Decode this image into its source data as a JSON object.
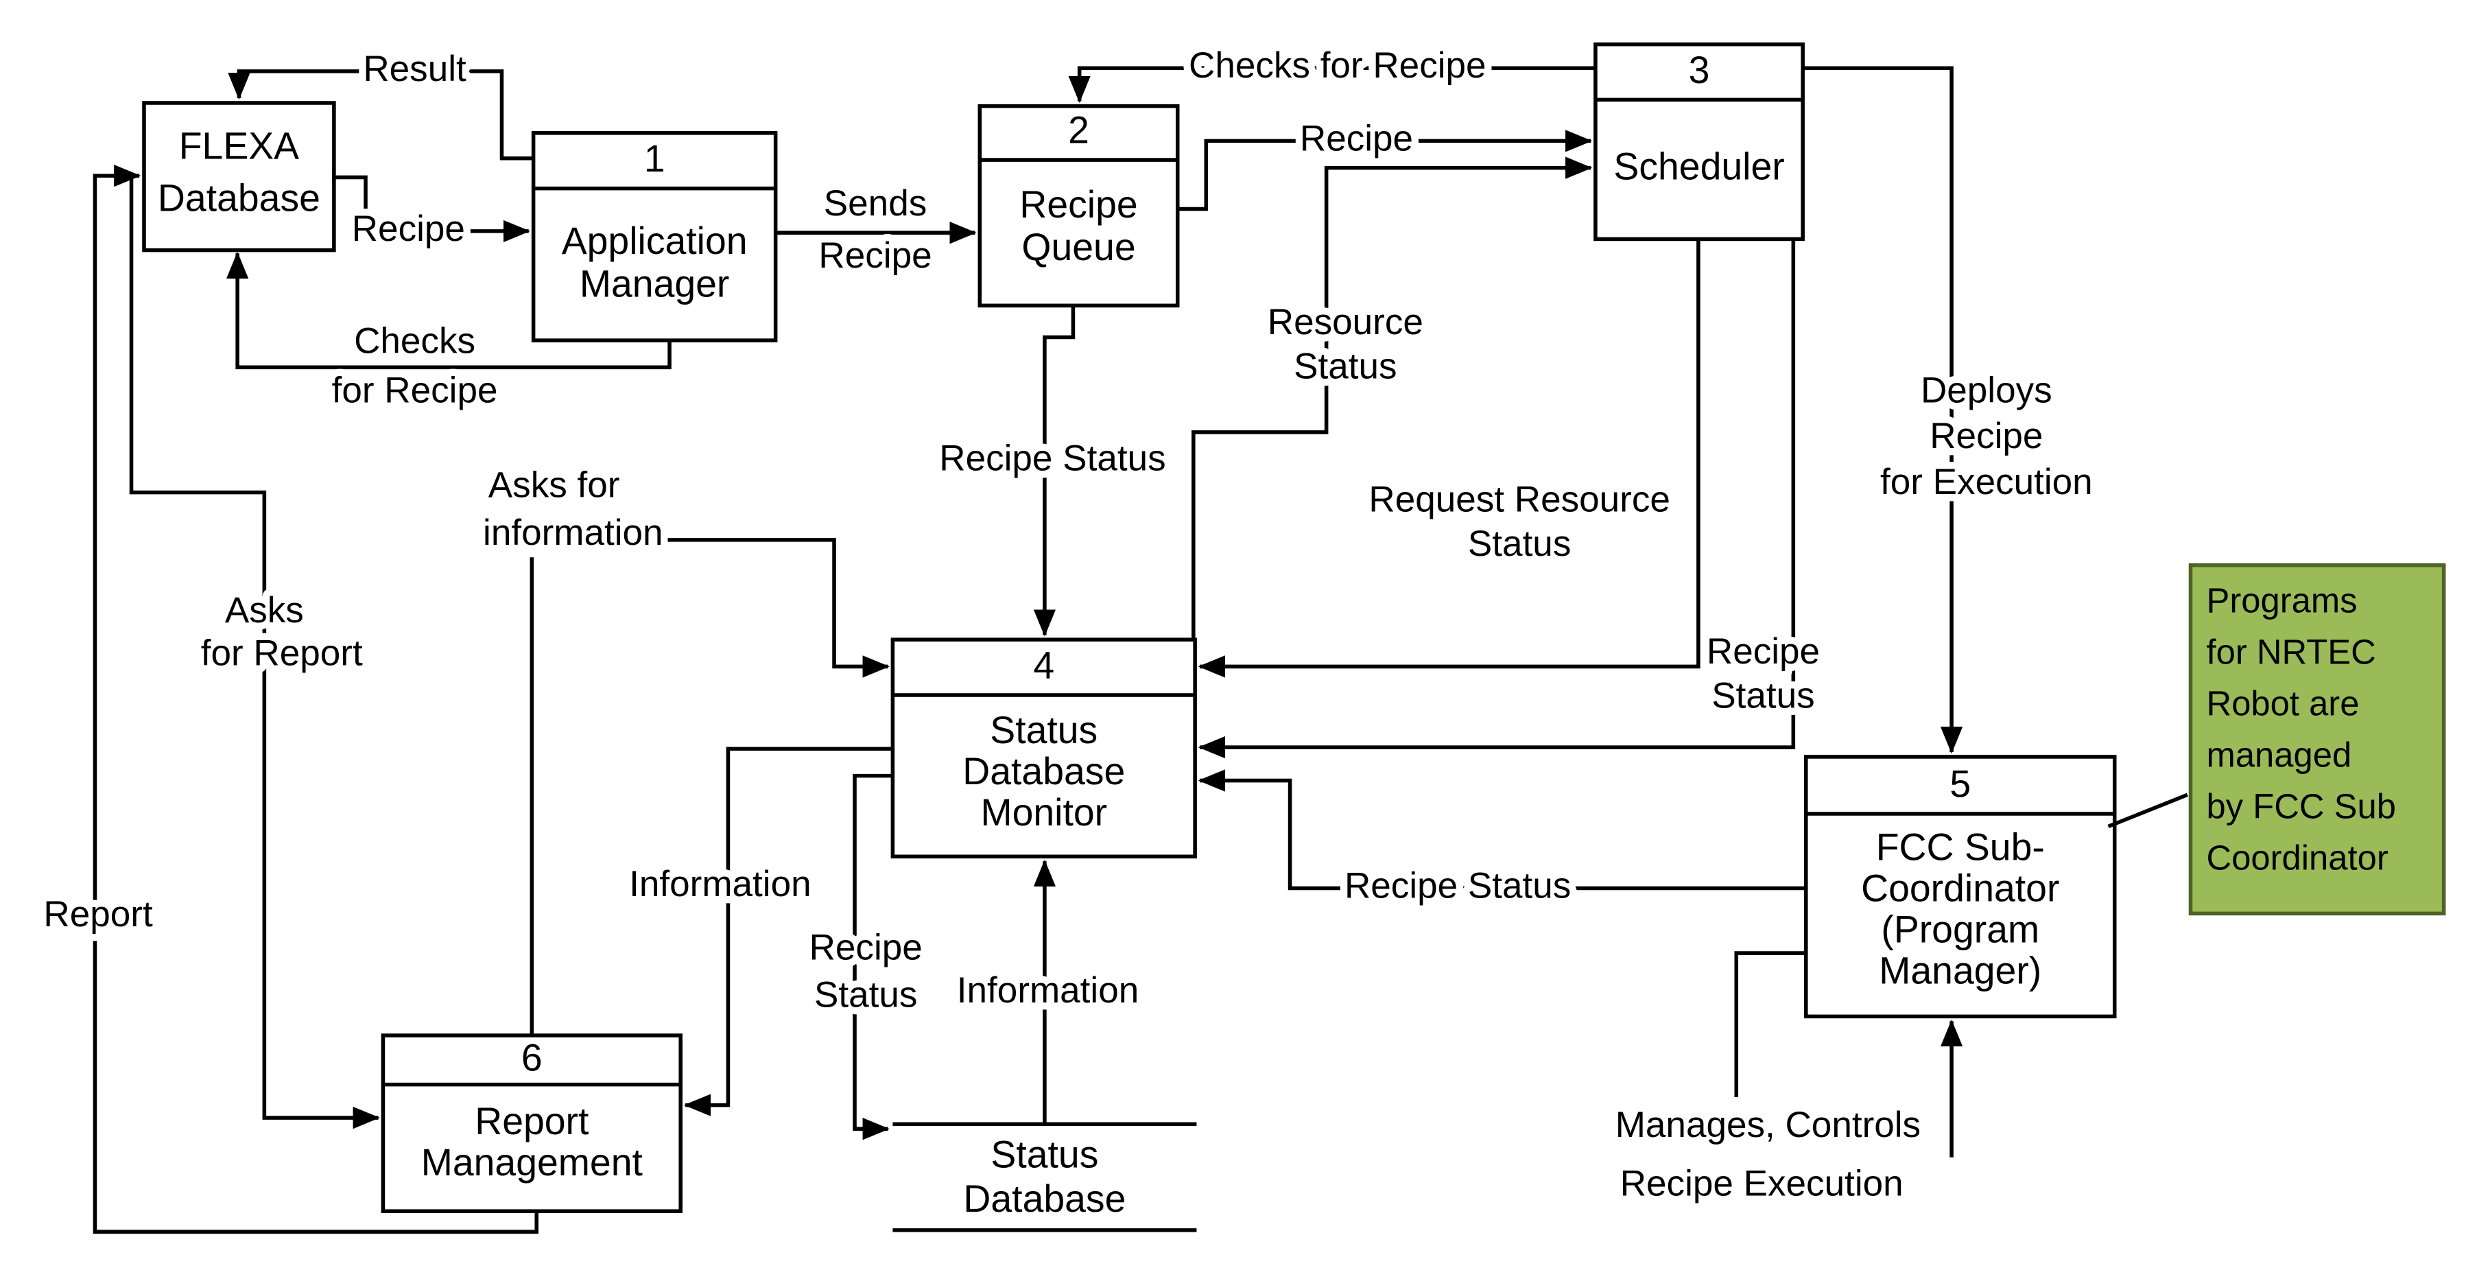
{
  "diagram": {
    "kind": "data-flow-diagram",
    "background": "#ffffff",
    "line_color": "#000000",
    "text_color": "#000000"
  },
  "externals": [
    {
      "id": "flexa",
      "label": [
        "FLEXA",
        "Database"
      ]
    }
  ],
  "processes": [
    {
      "id": "p1",
      "number": "1",
      "label": [
        "Application",
        "Manager"
      ]
    },
    {
      "id": "p2",
      "number": "2",
      "label": [
        "Recipe",
        "Queue"
      ]
    },
    {
      "id": "p3",
      "number": "3",
      "label": [
        "Scheduler"
      ]
    },
    {
      "id": "p4",
      "number": "4",
      "label": [
        "Status",
        "Database",
        "Monitor"
      ]
    },
    {
      "id": "p5",
      "number": "5",
      "label": [
        "FCC Sub-",
        "Coordinator",
        "(Program",
        "Manager)"
      ]
    },
    {
      "id": "p6",
      "number": "6",
      "label": [
        "Report",
        "Management"
      ]
    }
  ],
  "stores": [
    {
      "id": "statusdb",
      "label": [
        "Status",
        "Database"
      ]
    }
  ],
  "annotation": {
    "id": "note",
    "lines": [
      "Programs",
      "for NRTEC",
      "Robot are",
      "managed",
      "by FCC Sub",
      "Coordinator"
    ],
    "fill": "#9bbb59",
    "border": "#4f6228",
    "text_color": "#000000"
  },
  "flows": [
    {
      "id": "result",
      "label": [
        "Result"
      ]
    },
    {
      "id": "recipe_flexa_am",
      "label": [
        "Recipe"
      ]
    },
    {
      "id": "checks_am_flexa",
      "label": [
        "Checks",
        "for Recipe"
      ]
    },
    {
      "id": "sends_recipe",
      "label": [
        "Sends",
        "Recipe"
      ]
    },
    {
      "id": "checks_sched_queue",
      "label": [
        "Checks for Recipe"
      ]
    },
    {
      "id": "recipe_queue_sched",
      "label": [
        "Recipe"
      ]
    },
    {
      "id": "resource_status",
      "label": [
        "Resource",
        "Status"
      ]
    },
    {
      "id": "request_resource_status",
      "label": [
        "Request Resource",
        "Status"
      ]
    },
    {
      "id": "recipe_status_sched_mon",
      "label": [
        "Recipe",
        "Status"
      ]
    },
    {
      "id": "deploys",
      "label": [
        "Deploys",
        "Recipe",
        "for Execution"
      ]
    },
    {
      "id": "recipe_status_fcc_mon",
      "label": [
        "Recipe Status"
      ]
    },
    {
      "id": "asks_info",
      "label": [
        "Asks for",
        "information"
      ]
    },
    {
      "id": "information_mon_report",
      "label": [
        "Information"
      ]
    },
    {
      "id": "recipe_status_mon_store",
      "label": [
        "Recipe",
        "Status"
      ]
    },
    {
      "id": "information_store_mon",
      "label": [
        "Information"
      ]
    },
    {
      "id": "asks_report",
      "label": [
        "Asks",
        "for Report"
      ]
    },
    {
      "id": "report",
      "label": [
        "Report"
      ]
    },
    {
      "id": "recipe_status_queue_mon",
      "label": [
        "Recipe Status"
      ]
    },
    {
      "id": "manages",
      "label": [
        "Manages, Controls",
        "Recipe Execution"
      ]
    }
  ]
}
